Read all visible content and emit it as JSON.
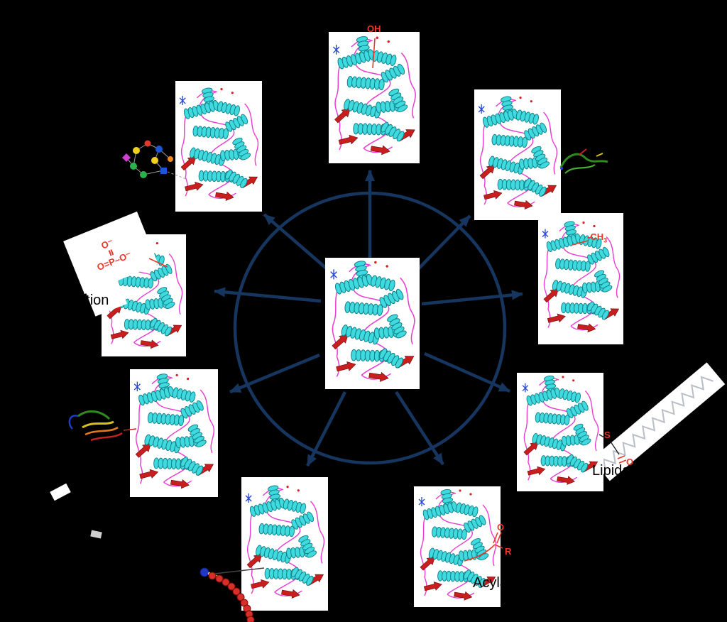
{
  "figure": {
    "background": "#000000"
  },
  "palette": {
    "navy": "#16355f",
    "annotation_red": "#e8392a",
    "helix_cyan": "#3fd9de",
    "sheet_red": "#c81e1e",
    "loop_magenta": "#e83dd0",
    "glycan_colors": [
      "#f2d01e",
      "#2bb24c",
      "#1a56d6",
      "#cf3fd0",
      "#e03a2e",
      "#f08a1e"
    ]
  },
  "labels": {
    "phosphorylation": "Phosphorylation",
    "lipidation": "Lipidation",
    "acylation": "Acylation"
  },
  "chem": {
    "hydroxyl": "OH",
    "methyl_prefix": "-CH",
    "methyl_sub": "3",
    "phosphate_top": "O⁻",
    "phosphate_bottom": "O=P–O⁻",
    "lipid_sulfur": "S",
    "lipid_oxygen": "O",
    "acyl_oxygen": "O",
    "acyl_r": "R"
  }
}
